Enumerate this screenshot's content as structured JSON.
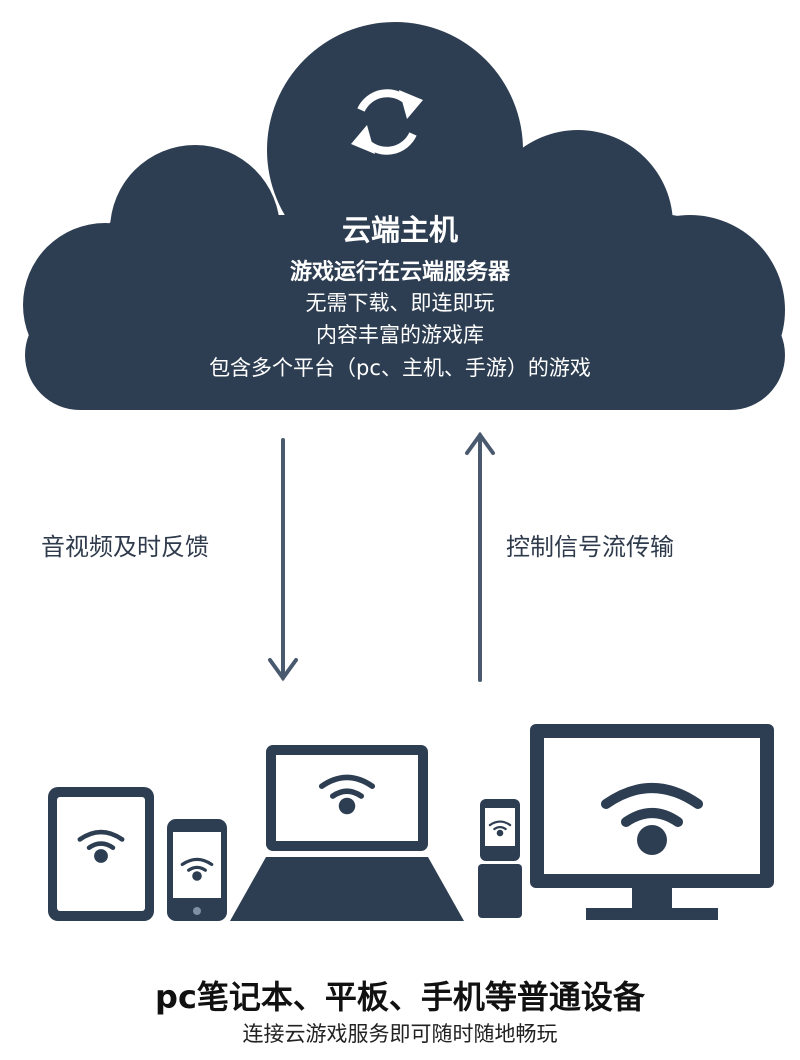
{
  "colors": {
    "navy": "#2e3e52",
    "arrow": "#4a5a6e",
    "white": "#ffffff"
  },
  "cloud": {
    "icon": "sync-icon",
    "title": "云端主机",
    "subtitle": "游戏运行在云端服务器",
    "lines": [
      "无需下载、即连即玩",
      "内容丰富的游戏库",
      "包含多个平台（pc、主机、手游）的游戏"
    ]
  },
  "arrows": {
    "down_label": "音视频及时反馈",
    "up_label": "控制信号流传输"
  },
  "devices": {
    "icons": [
      "tablet-icon",
      "phone-icon",
      "laptop-icon",
      "small-phone-icon",
      "monitor-icon",
      "wifi-icon"
    ]
  },
  "footer": {
    "title": "pc笔记本、平板、手机等普通设备",
    "subtitle": "连接云游戏服务即可随时随地畅玩"
  }
}
